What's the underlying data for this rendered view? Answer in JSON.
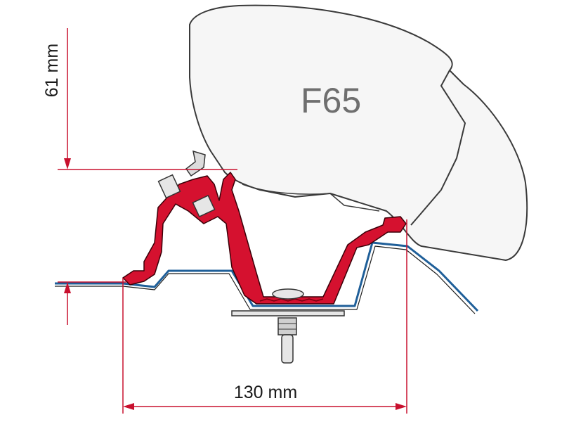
{
  "product": {
    "model_label": "F65"
  },
  "dimensions": {
    "height_label": "61 mm",
    "width_label": "130 mm"
  },
  "colors": {
    "dimension_line": "#c8102e",
    "bracket_fill": "#d5112f",
    "housing_fill": "#f6f6f6",
    "housing_stroke": "#3a3a3a",
    "roof_profile": "#1f5f99",
    "hardware": "#c9c9c9"
  }
}
